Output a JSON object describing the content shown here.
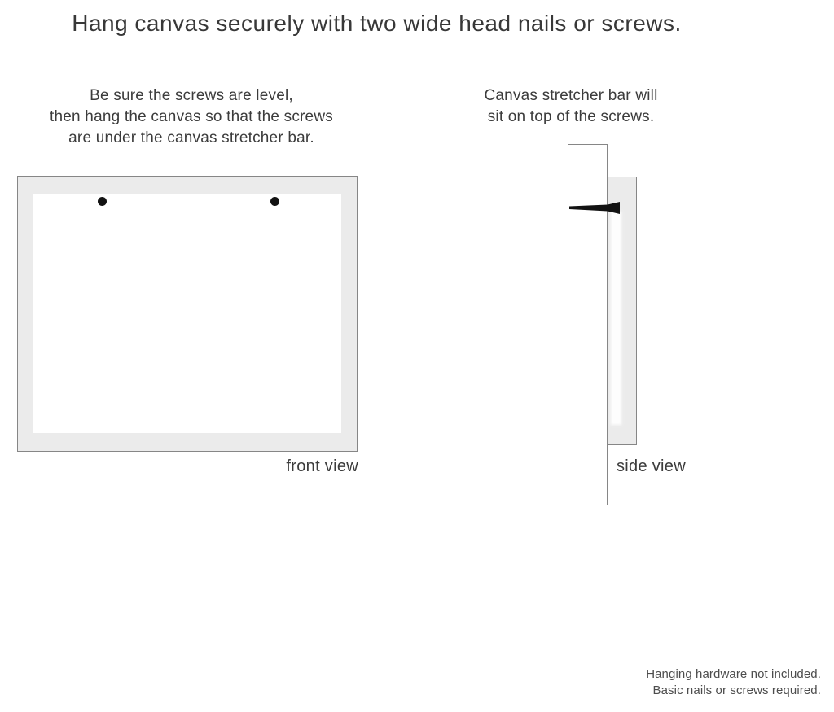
{
  "title": "Hang canvas securely with two wide head nails or screws.",
  "instructions": {
    "front": {
      "lines": [
        "Be sure the screws are level,",
        "then hang the canvas so that the screws",
        "are under the canvas stretcher bar."
      ]
    },
    "side": {
      "lines": [
        "Canvas stretcher bar will",
        "sit on top of the screws."
      ]
    }
  },
  "diagrams": {
    "front_view": {
      "label": "front view"
    },
    "side_view": {
      "label": "side view"
    }
  },
  "footnote": {
    "lines": [
      "Hanging hardware not included.",
      "Basic nails or screws required."
    ]
  },
  "colors": {
    "background": "#ffffff",
    "frame_fill": "#ebebeb",
    "inner_fill": "#ffffff",
    "outline": "#868686",
    "nail": "#121212",
    "text": "#3b3b3b",
    "footnote_text": "#4d4d4d"
  }
}
